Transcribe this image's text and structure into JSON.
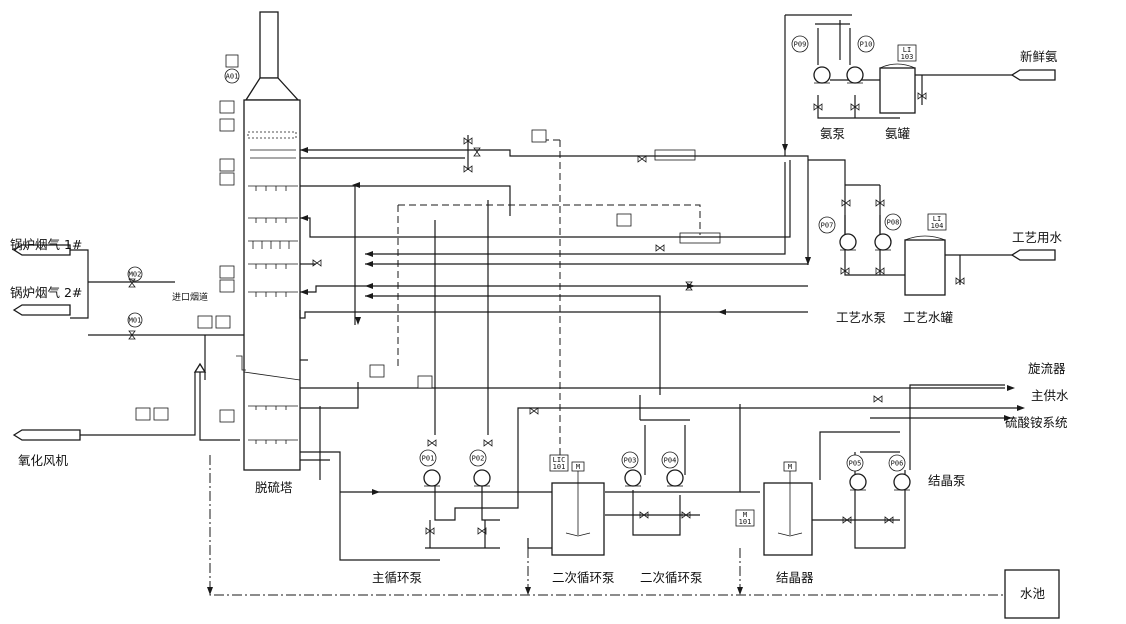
{
  "labels": {
    "boiler_gas_1": "锅炉烟气 1#",
    "boiler_gas_2": "锅炉烟气 2#",
    "inlet_flue": "进口烟道",
    "oxidation_fan": "氧化风机",
    "desulfurization_tower": "脱硫塔",
    "main_circ_pump": "主循环泵",
    "secondary_circ_pump_1": "二次循环泵",
    "secondary_circ_pump_2": "二次循环泵",
    "crystallizer": "结晶器",
    "crystal_pump": "结晶泵",
    "water_pool": "水池",
    "fresh_ammonia": "新鲜氨",
    "ammonia_pump": "氨泵",
    "ammonia_tank": "氨罐",
    "process_water": "工艺用水",
    "process_water_pump": "工艺水泵",
    "process_water_tank": "工艺水罐",
    "hydrocyclone": "旋流器",
    "main_supply_water": "主供水",
    "ammonium_sulfate_system": "硫酸铵系统"
  },
  "pump_tags": [
    "P01",
    "P02",
    "P03",
    "P04",
    "P05",
    "P06",
    "P07",
    "P08",
    "P09",
    "P10"
  ],
  "instrument_tags": {
    "lc_101": "LIC 101",
    "m_101": "M 101",
    "li_103": "LI 103",
    "li_104": "LI 104",
    "a01": "A01",
    "m02": "M02",
    "m01": "M01"
  },
  "icons": [
    "arrow-left-icon",
    "arrow-right-icon",
    "pump-icon",
    "valve-icon",
    "agitator-icon",
    "motor-icon",
    "instrument-icon"
  ]
}
